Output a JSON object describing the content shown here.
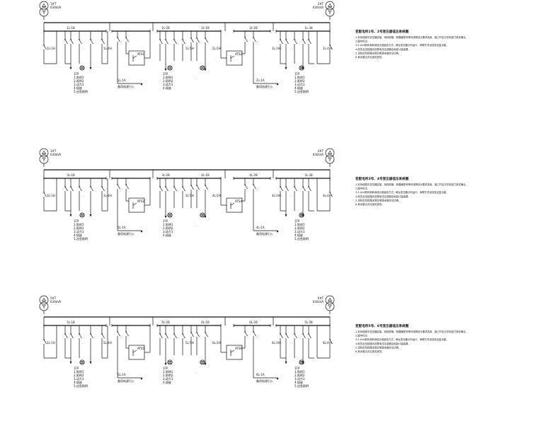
{
  "diagrams": [
    {
      "transformer_left": {
        "label_1": "1#T",
        "label_2": "630kVA"
      },
      "transformer_right": {
        "label_1": "2#T",
        "label_2": "630kVA"
      },
      "bus_labels": [
        "1L-1B",
        "1L-2B",
        "2L-1B",
        "2L-2B",
        "1L-3B"
      ],
      "breaker_labels": [
        "1L-1H",
        "1L-4H",
        "ATS1",
        "1L-5H",
        "2L-5H",
        "ATS2",
        "2L-1H",
        "2L-4H"
      ],
      "load_stacks": [
        {
          "lines": [
            "1FP",
            "1.照明1",
            "2.照明2",
            "3.动力1",
            "4.插座",
            "5.应急照明"
          ]
        },
        {
          "lines": [
            "1FP",
            "1.照明1",
            "2.照明2",
            "3.动力1",
            "4.插座"
          ]
        },
        {
          "lines": [
            "1FP",
            "1.照明1",
            "2.照明2",
            "3.动力1",
            "4.插座",
            "5.应急照明"
          ]
        }
      ],
      "outgoing_labels": [
        "1L-1A",
        "备用电源引入",
        "2L-1A",
        "备用电源引入"
      ],
      "notes": {
        "title": "变配电所1号、2号变压器低压系统图",
        "lines": [
          "1.本系统图中变压器容量、母线规格、断路器型号等均按照设计要求选用，施工时应与供电部门核实确认。",
          "2.图中标注：",
          "3.0.4kV侧采用单母线分段接线方式，两台变压器分列运行，母联开关设自投自复功能。",
          "4.低压出线回路均设置电流互感器及电能计量装置。",
          "5.消防负荷回路采用双电源末端自动切换。",
          "6.其余做法详见相关规范。"
        ]
      }
    },
    {
      "transformer_left": {
        "label_1": "3#T",
        "label_2": "630kVA"
      },
      "transformer_right": {
        "label_1": "4#T",
        "label_2": "630kVA"
      },
      "bus_labels": [
        "3L-1B",
        "3L-2B",
        "4L-1B",
        "4L-2B",
        "3L-3B"
      ],
      "breaker_labels": [
        "3L-1H",
        "3L-4H",
        "ATS3",
        "3L-5H",
        "4L-5H",
        "ATS4",
        "4L-1H",
        "4L-4H"
      ],
      "load_stacks": [
        {
          "lines": [
            "1FP",
            "1.照明1",
            "2.照明2",
            "3.动力1",
            "4.插座",
            "5.应急照明"
          ]
        },
        {
          "lines": [
            "1FP",
            "1.照明1",
            "2.照明2",
            "3.动力1",
            "4.插座"
          ]
        },
        {
          "lines": [
            "1FP",
            "1.照明1",
            "2.照明2",
            "3.动力1",
            "4.插座",
            "5.应急照明"
          ]
        }
      ],
      "outgoing_labels": [
        "3L-1A",
        "备用电源引入",
        "4L-1A",
        "备用电源引入"
      ],
      "notes": {
        "title": "变配电所3号、4号变压器低压系统图",
        "lines": [
          "1.本系统图中变压器容量、母线规格、断路器型号等均按照设计要求选用，施工时应与供电部门核实确认。",
          "2.图中标注：",
          "3.0.4kV侧采用单母线分段接线方式，两台变压器分列运行，母联开关设自投自复功能。",
          "4.低压出线回路均设置电流互感器及电能计量装置。",
          "5.消防负荷回路采用双电源末端自动切换。",
          "6.其余做法详见相关规范。"
        ]
      }
    },
    {
      "transformer_left": {
        "label_1": "5#T",
        "label_2": "630kVA"
      },
      "transformer_right": {
        "label_1": "6#T",
        "label_2": "630kVA"
      },
      "bus_labels": [
        "5L-1B",
        "5L-2B",
        "6L-1B",
        "6L-2B",
        "5L-3B"
      ],
      "breaker_labels": [
        "5L-1H",
        "5L-4H",
        "ATS5",
        "5L-5H",
        "6L-5H",
        "ATS6",
        "6L-1H",
        "6L-4H"
      ],
      "load_stacks": [
        {
          "lines": [
            "1FP",
            "1.照明1",
            "2.照明2",
            "3.动力1",
            "4.插座",
            "5.应急照明"
          ]
        },
        {
          "lines": [
            "1FP",
            "1.照明1",
            "2.照明2",
            "3.动力1",
            "4.插座"
          ]
        },
        {
          "lines": [
            "1FP",
            "1.照明1",
            "2.照明2",
            "3.动力1",
            "4.插座",
            "5.应急照明"
          ]
        }
      ],
      "outgoing_labels": [
        "5L-1A",
        "备用电源引入",
        "6L-1A",
        "备用电源引入"
      ],
      "notes": {
        "title": "变配电所5号、6号变压器低压系统图",
        "lines": [
          "1.本系统图中变压器容量、母线规格、断路器型号等均按照设计要求选用，施工时应与供电部门核实确认。",
          "2.图中标注：",
          "3.0.4kV侧采用单母线分段接线方式，两台变压器分列运行，母联开关设自投自复功能。",
          "4.低压出线回路均设置电流互感器及电能计量装置。",
          "5.消防负荷回路采用双电源末端自动切换。",
          "6.其余做法详见相关规范。"
        ]
      }
    }
  ]
}
